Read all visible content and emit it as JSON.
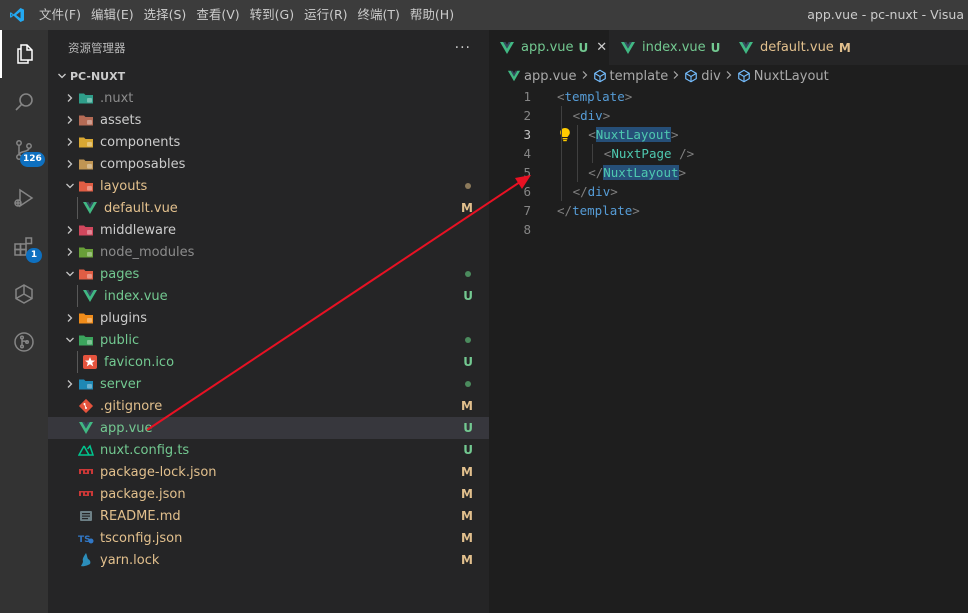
{
  "titlebar": {
    "menus": [
      "文件(F)",
      "编辑(E)",
      "选择(S)",
      "查看(V)",
      "转到(G)",
      "运行(R)",
      "终端(T)",
      "帮助(H)"
    ],
    "window_title": "app.vue - pc-nuxt - Visua"
  },
  "activitybar": {
    "items": [
      {
        "icon": "files-icon",
        "active": true
      },
      {
        "icon": "search-icon"
      },
      {
        "icon": "source-control-icon",
        "badge": "126"
      },
      {
        "icon": "run-debug-icon"
      },
      {
        "icon": "extensions-icon",
        "badge": "1"
      },
      {
        "icon": "remote-explorer-icon"
      },
      {
        "icon": "git-graph-icon"
      }
    ]
  },
  "sidebar": {
    "title": "资源管理器",
    "more": "···",
    "root": "PC-NUXT",
    "items": [
      {
        "label": ".nuxt",
        "depth": 0,
        "folder": true,
        "open": false,
        "color": "#8c8c8c",
        "icon": "nuxt-folder-icon"
      },
      {
        "label": "assets",
        "depth": 0,
        "folder": true,
        "open": false,
        "color": "#cccccc",
        "icon": "assets-folder-icon"
      },
      {
        "label": "components",
        "depth": 0,
        "folder": true,
        "open": false,
        "color": "#cccccc",
        "icon": "components-folder-icon"
      },
      {
        "label": "composables",
        "depth": 0,
        "folder": true,
        "open": false,
        "color": "#cccccc",
        "icon": "folder-icon"
      },
      {
        "label": "layouts",
        "depth": 0,
        "folder": true,
        "open": true,
        "color": "#e2c08d",
        "icon": "layouts-folder-icon",
        "dot": "#8c7a5b"
      },
      {
        "label": "default.vue",
        "depth": 1,
        "folder": false,
        "color": "#e2c08d",
        "icon": "vue-file-icon",
        "status": "M",
        "status_color": "#e2c08d"
      },
      {
        "label": "middleware",
        "depth": 0,
        "folder": true,
        "open": false,
        "color": "#cccccc",
        "icon": "middleware-folder-icon"
      },
      {
        "label": "node_modules",
        "depth": 0,
        "folder": true,
        "open": false,
        "color": "#8c8c8c",
        "icon": "node-folder-icon"
      },
      {
        "label": "pages",
        "depth": 0,
        "folder": true,
        "open": true,
        "color": "#73c991",
        "icon": "pages-folder-icon",
        "dot": "#4b8b5d"
      },
      {
        "label": "index.vue",
        "depth": 1,
        "folder": false,
        "color": "#73c991",
        "icon": "vue-file-icon",
        "status": "U",
        "status_color": "#73c991"
      },
      {
        "label": "plugins",
        "depth": 0,
        "folder": true,
        "open": false,
        "color": "#cccccc",
        "icon": "plugins-folder-icon"
      },
      {
        "label": "public",
        "depth": 0,
        "folder": true,
        "open": true,
        "color": "#73c991",
        "icon": "public-folder-icon",
        "dot": "#4b8b5d"
      },
      {
        "label": "favicon.ico",
        "depth": 1,
        "folder": false,
        "color": "#73c991",
        "icon": "favicon-file-icon",
        "status": "U",
        "status_color": "#73c991"
      },
      {
        "label": "server",
        "depth": 0,
        "folder": true,
        "open": false,
        "color": "#73c991",
        "icon": "server-folder-icon",
        "dot": "#4b8b5d"
      },
      {
        "label": ".gitignore",
        "depth": 0,
        "folder": false,
        "color": "#e2c08d",
        "icon": "git-file-icon",
        "status": "M",
        "status_color": "#e2c08d"
      },
      {
        "label": "app.vue",
        "depth": 0,
        "folder": false,
        "color": "#73c991",
        "icon": "vue-file-icon",
        "status": "U",
        "status_color": "#73c991",
        "selected": true
      },
      {
        "label": "nuxt.config.ts",
        "depth": 0,
        "folder": false,
        "color": "#73c991",
        "icon": "nuxt-file-icon",
        "status": "U",
        "status_color": "#73c991"
      },
      {
        "label": "package-lock.json",
        "depth": 0,
        "folder": false,
        "color": "#e2c08d",
        "icon": "npm-file-icon",
        "status": "M",
        "status_color": "#e2c08d"
      },
      {
        "label": "package.json",
        "depth": 0,
        "folder": false,
        "color": "#e2c08d",
        "icon": "npm-file-icon",
        "status": "M",
        "status_color": "#e2c08d"
      },
      {
        "label": "README.md",
        "depth": 0,
        "folder": false,
        "color": "#e2c08d",
        "icon": "readme-file-icon",
        "status": "M",
        "status_color": "#e2c08d"
      },
      {
        "label": "tsconfig.json",
        "depth": 0,
        "folder": false,
        "color": "#e2c08d",
        "icon": "tsconfig-file-icon",
        "status": "M",
        "status_color": "#e2c08d"
      },
      {
        "label": "yarn.lock",
        "depth": 0,
        "folder": false,
        "color": "#e2c08d",
        "icon": "yarn-file-icon",
        "status": "M",
        "status_color": "#e2c08d"
      }
    ]
  },
  "editor": {
    "tabs": [
      {
        "label": "app.vue",
        "status": "U",
        "color": "#73c991",
        "active": true,
        "close": "✕"
      },
      {
        "label": "index.vue",
        "status": "U",
        "color": "#73c991",
        "active": false
      },
      {
        "label": "default.vue",
        "status": "M",
        "color": "#e2c08d",
        "active": false
      }
    ],
    "breadcrumbs": [
      "app.vue",
      "template",
      "div",
      "NuxtLayout"
    ],
    "current_line": 3,
    "lines": [
      {
        "n": "1",
        "tokens": [
          [
            "b",
            "<"
          ],
          [
            "n",
            "template"
          ],
          [
            "b",
            ">"
          ]
        ],
        "indent": 0
      },
      {
        "n": "2",
        "tokens": [
          [
            "b",
            "<"
          ],
          [
            "n",
            "div"
          ],
          [
            "b",
            ">"
          ]
        ],
        "indent": 1
      },
      {
        "n": "3",
        "tokens": [
          [
            "b",
            "<"
          ],
          [
            "c",
            "NuxtLayout",
            "hl"
          ],
          [
            "b",
            ">"
          ]
        ],
        "indent": 2
      },
      {
        "n": "4",
        "tokens": [
          [
            "b",
            "<"
          ],
          [
            "c",
            "NuxtPage"
          ],
          [
            "b",
            " />"
          ]
        ],
        "indent": 3
      },
      {
        "n": "5",
        "tokens": [
          [
            "b",
            "</"
          ],
          [
            "c",
            "NuxtLayout",
            "hl"
          ],
          [
            "b",
            ">"
          ]
        ],
        "indent": 2
      },
      {
        "n": "6",
        "tokens": [
          [
            "b",
            "</"
          ],
          [
            "n",
            "div"
          ],
          [
            "b",
            ">"
          ]
        ],
        "indent": 1
      },
      {
        "n": "7",
        "tokens": [
          [
            "b",
            "</"
          ],
          [
            "n",
            "template"
          ],
          [
            "b",
            ">"
          ]
        ],
        "indent": 0
      },
      {
        "n": "8",
        "tokens": [],
        "indent": 0
      }
    ]
  },
  "annotation": {
    "arrow_color": "#e81123"
  }
}
